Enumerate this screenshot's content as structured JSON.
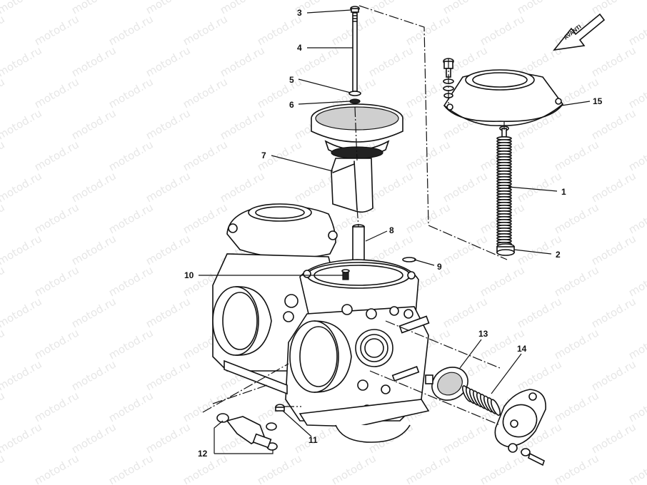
{
  "watermark": "motod.ru",
  "direction_label": "AVANTI",
  "callouts": [
    "1",
    "2",
    "3",
    "4",
    "5",
    "6",
    "7",
    "8",
    "9",
    "10",
    "11",
    "12",
    "13",
    "14",
    "15"
  ],
  "colors": {
    "ink": "#111111",
    "background": "#ffffff",
    "watermark": "#c9c9c9"
  }
}
